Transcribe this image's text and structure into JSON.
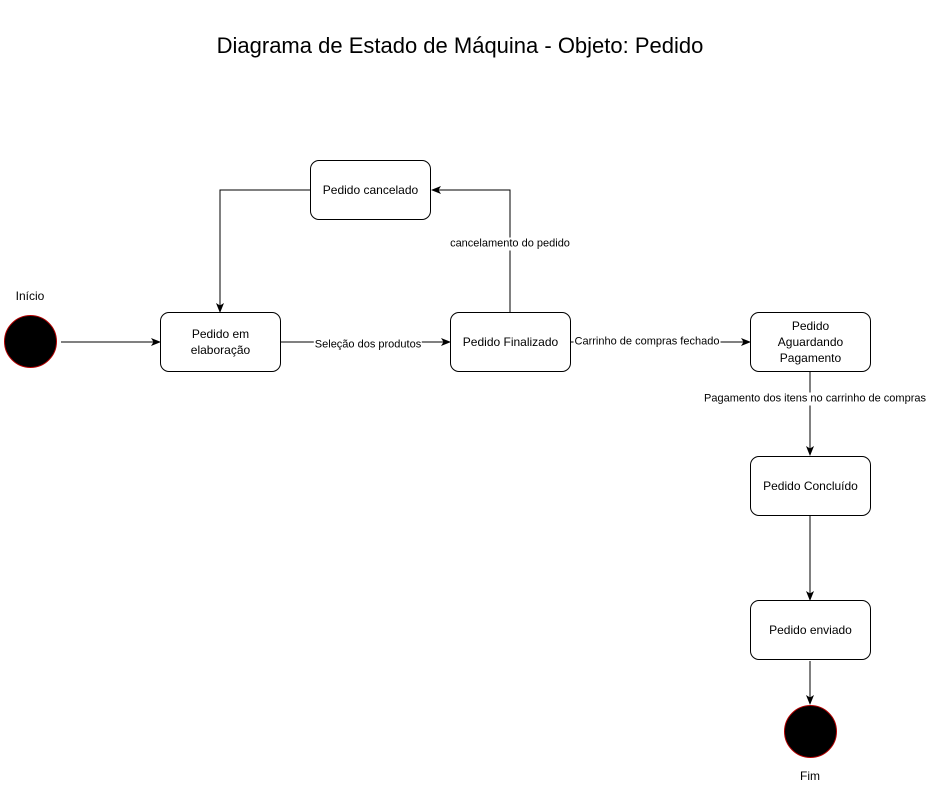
{
  "diagram": {
    "title": "Diagrama de Estado de Máquina - Objeto: Pedido",
    "start_label": "Início",
    "end_label": "Fim",
    "states": {
      "em_elaboracao": "Pedido em elaboração",
      "cancelado": "Pedido cancelado",
      "finalizado": "Pedido Finalizado",
      "aguardando": "Pedido Aguardando Pagamento",
      "concluido": "Pedido Concluído",
      "enviado": "Pedido enviado"
    },
    "transitions": {
      "selecao": "Seleção dos produtos",
      "cancelamento": "cancelamento do pedido",
      "carrinho_fechado": "Carrinho de compras fechado",
      "pagamento": "Pagamento dos itens no carrinho de compras"
    }
  }
}
